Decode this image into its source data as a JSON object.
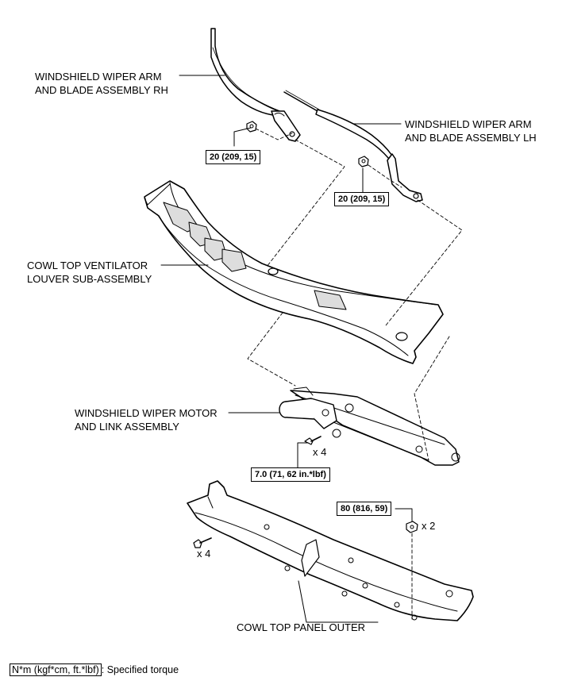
{
  "labels": {
    "wiper_rh_line1": "WINDSHIELD  WIPER ARM",
    "wiper_rh_line2": "AND BLADE ASSEMBLY RH",
    "wiper_lh_line1": "WINDSHIELD  WIPER ARM",
    "wiper_lh_line2": "AND BLADE ASSEMBLY LH",
    "louver_line1": "COWL TOP VENTILATOR",
    "louver_line2": "LOUVER SUB-ASSEMBLY",
    "motor_line1": "WINDSHIELD WIPER MOTOR",
    "motor_line2": "AND LINK ASSEMBLY",
    "panel": "COWL TOP PANEL OUTER"
  },
  "torques": {
    "rh_nut": "20 (209, 15)",
    "lh_nut": "20 (209, 15)",
    "motor_bolt": "7.0 (71, 62 in.*lbf)",
    "panel_nut": "80 (816, 59)"
  },
  "quantities": {
    "motor_bolt_qty": "x 4",
    "panel_nut_qty": "x 2",
    "panel_clip_qty": "x 4"
  },
  "legend": {
    "unit_box": "N*m (kgf*cm, ft.*lbf)",
    "text": ": Specified torque"
  }
}
